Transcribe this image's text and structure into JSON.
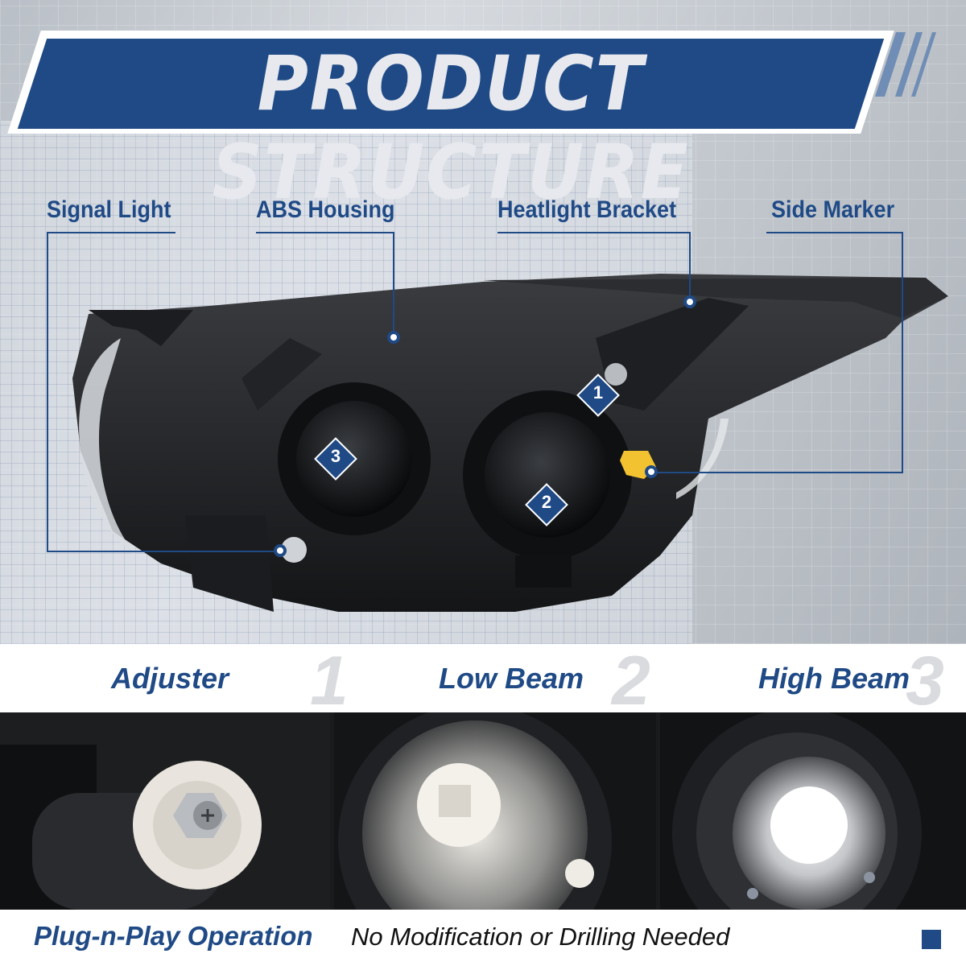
{
  "banner": {
    "title": "PRODUCT STRUCTURE"
  },
  "callouts": {
    "signal_light": "Signal Light",
    "abs_housing": "ABS Housing",
    "headlight_bracket": "Heatlight Bracket",
    "side_marker": "Side Marker"
  },
  "badges": {
    "one": "1",
    "two": "2",
    "three": "3"
  },
  "sections": [
    {
      "label": "Adjuster",
      "number": "1"
    },
    {
      "label": "Low Beam",
      "number": "2"
    },
    {
      "label": "High Beam",
      "number": "3"
    }
  ],
  "footer": {
    "headline": "Plug-n-Play Operation",
    "subline": "No Modification or Drilling Needed"
  },
  "colors": {
    "accent": "#1f4a86",
    "marker_amber": "#f2c230"
  }
}
